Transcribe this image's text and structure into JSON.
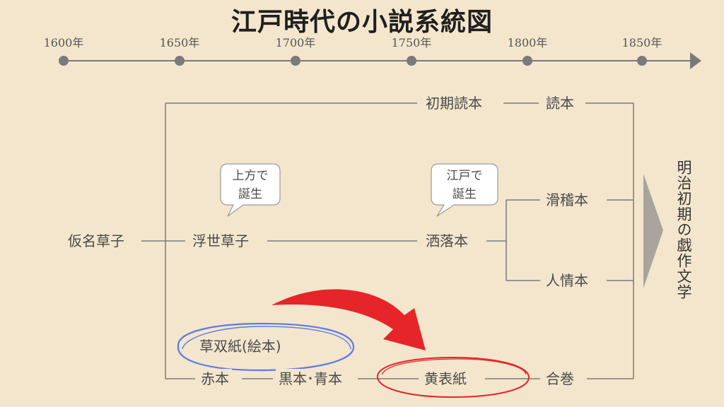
{
  "title": "江戸時代の小説系統図",
  "timeline": {
    "years": [
      "1600年",
      "1650年",
      "1700年",
      "1750年",
      "1800年",
      "1850年"
    ]
  },
  "nodes": {
    "kanazoshi": "仮名草子",
    "ukiyozoshi": "浮世草子",
    "shoki_yomihon": "初期読本",
    "yomihon": "読本",
    "sharebon": "洒落本",
    "kokkeibon": "滑稽本",
    "ninjobon": "人情本",
    "kusazoshi": "草双紙(絵本)",
    "akahon": "赤本",
    "kurohon_aohon": "黒本･青本",
    "kibyoshi": "黄表紙",
    "gokan": "合巻",
    "meiji": "明治初期の戯作文学"
  },
  "bubbles": {
    "kamigata": [
      "上方で",
      "誕生"
    ],
    "edo": [
      "江戸で",
      "誕生"
    ]
  },
  "colors": {
    "background": "#f3e6cd",
    "line": "#7a7a7a",
    "highlight_blue": "#5b7be6",
    "highlight_red": "#e5252a",
    "big_arrow": "#a9a49c"
  }
}
